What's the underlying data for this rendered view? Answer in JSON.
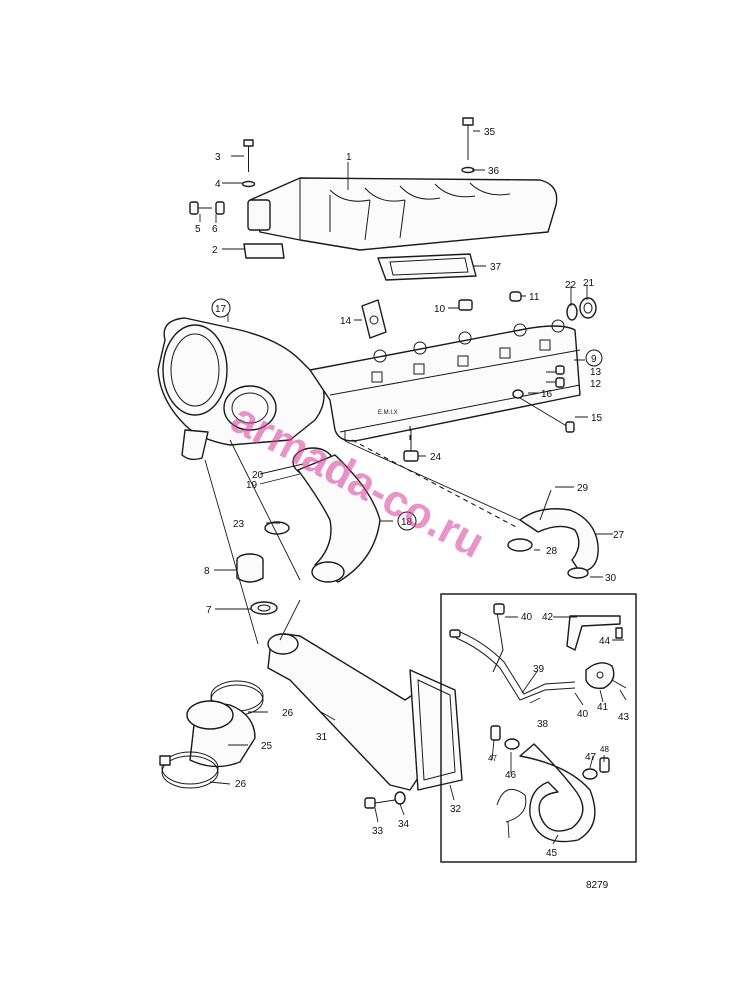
{
  "watermark": "armada-co.ru",
  "figure_number": "8279",
  "manifold_marking": "E.M.I.X",
  "callouts": [
    "1",
    "2",
    "3",
    "4",
    "5",
    "6",
    "7",
    "8",
    "9",
    "10",
    "11",
    "12",
    "13",
    "14",
    "15",
    "16",
    "17",
    "18",
    "19",
    "20",
    "21",
    "22",
    "23",
    "24",
    "25",
    "26",
    "26",
    "27",
    "28",
    "29",
    "30",
    "31",
    "32",
    "33",
    "34",
    "35",
    "36",
    "37",
    "38",
    "39",
    "40",
    "40",
    "41",
    "42",
    "43",
    "44",
    "45",
    "46",
    "47",
    "47",
    "48"
  ]
}
